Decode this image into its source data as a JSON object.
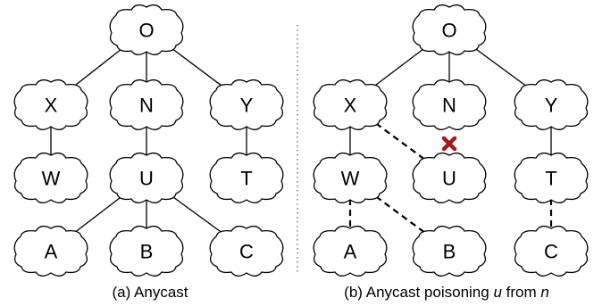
{
  "panel_a": {
    "caption": "(a) Anycast",
    "nodes": {
      "O": "O",
      "X": "X",
      "N": "N",
      "Y": "Y",
      "W": "W",
      "U": "U",
      "T": "T",
      "A": "A",
      "B": "B",
      "C": "C"
    },
    "solid_edges": [
      [
        "O",
        "X"
      ],
      [
        "O",
        "N"
      ],
      [
        "O",
        "Y"
      ],
      [
        "X",
        "W"
      ],
      [
        "N",
        "U"
      ],
      [
        "Y",
        "T"
      ],
      [
        "U",
        "A"
      ],
      [
        "U",
        "B"
      ],
      [
        "U",
        "C"
      ]
    ],
    "dashed_edges": []
  },
  "panel_b": {
    "caption_prefix": "(b) Anycast poisoning ",
    "caption_var1": "u",
    "caption_mid": " from ",
    "caption_var2": "n",
    "nodes": {
      "O": "O",
      "X": "X",
      "N": "N",
      "Y": "Y",
      "W": "W",
      "U": "U",
      "T": "T",
      "A": "A",
      "B": "B",
      "C": "C"
    },
    "solid_edges": [
      [
        "O",
        "X"
      ],
      [
        "O",
        "N"
      ],
      [
        "O",
        "Y"
      ],
      [
        "X",
        "W"
      ],
      [
        "Y",
        "T"
      ]
    ],
    "dashed_edges": [
      [
        "X",
        "U"
      ],
      [
        "W",
        "A"
      ],
      [
        "W",
        "B"
      ],
      [
        "T",
        "C"
      ]
    ],
    "blocked_edge": [
      "N",
      "U"
    ],
    "blocked_marker_color": "#a01a1a"
  },
  "colors": {
    "stroke": "#000000",
    "background": "#ffffff",
    "divider": "#555555"
  }
}
